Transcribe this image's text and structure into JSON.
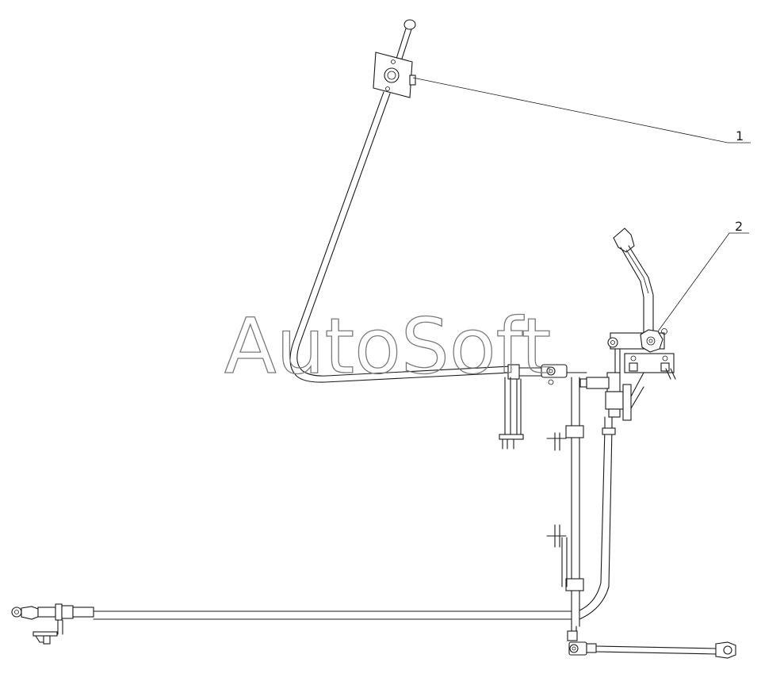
{
  "callouts": [
    {
      "id": "1",
      "label": "1"
    },
    {
      "id": "2",
      "label": "2"
    }
  ],
  "watermark": {
    "text": "AutoSoft"
  }
}
